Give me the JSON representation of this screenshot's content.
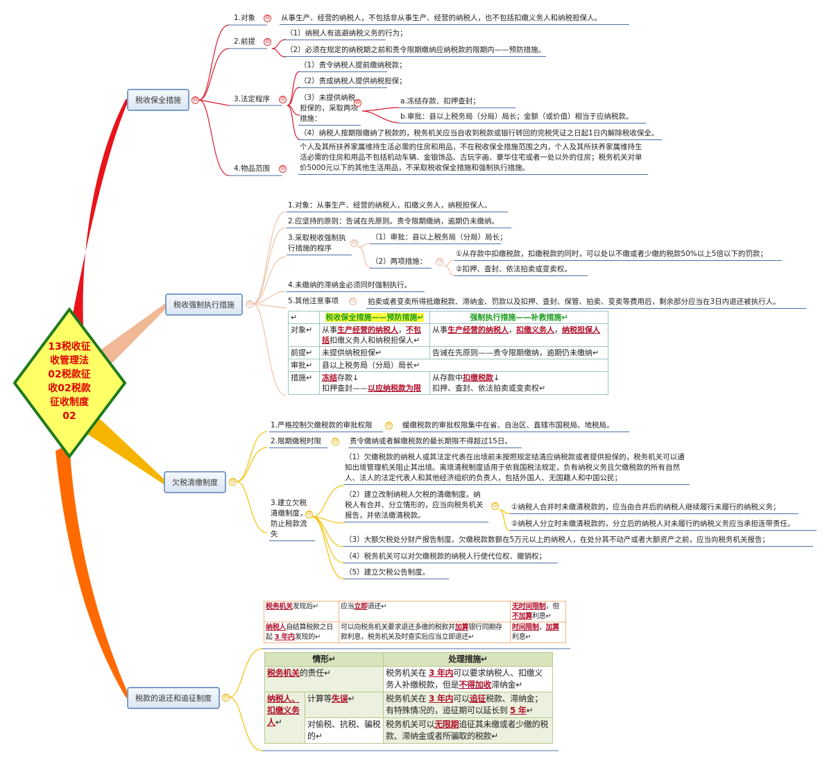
{
  "center": {
    "title": "13税收征收管理法02税款征收02税款征收制度02",
    "lines": [
      "13税收征",
      "收管理法",
      "02税款征",
      "收02税款",
      "征收制度",
      "02"
    ]
  },
  "colors": {
    "branch1": "#e8131b",
    "branch2": "#f0b895",
    "branch3": "#f5b400",
    "branch4": "#ff6a00",
    "diamond_fill": "#ffff66",
    "diamond_border": "#1e7a1e"
  },
  "b1": {
    "title": "税收保全措施",
    "s1": {
      "label": "1.对象",
      "detail": "从事生产、经营的纳税人，不包括非从事生产、经营的纳税人，也不包括扣缴义务人和纳税担保人。"
    },
    "s2": {
      "label": "2.前提",
      "i1": "（1）纳税人有逃避纳税义务的行为；",
      "i2": "（2）必须在规定的纳税期之前和责令限期缴纳应纳税款的限期内——预防措施。"
    },
    "s3": {
      "label": "3.法定程序",
      "i1": "（1）责令纳税人提前缴纳税款；",
      "i2": "（2）责成纳税人提供纳税担保；",
      "i3": "（3）未提供纳税担保的，采取两项措施：",
      "a": "a.冻结存款、扣押查封；",
      "b": "b.审批：县以上税务局（分局）局长；金额（或价值）相当于应纳税款。",
      "i4": "（4）纳税人按期限缴纳了税款的，税务机关应当自收到税款或银行转回的完税凭证之日起1日内解除税收保全。"
    },
    "s4": {
      "label": "4.物品范围",
      "detail": "个人及其所扶养家属维持生活必需的住房和用品，不在税收保全措施范围之内，个人及其所扶养家属维持生活必需的住房和用品不包括机动车辆、金银饰品、古玩字画、豪华住宅或者一处以外的住房；税务机关对单价5000元以下的其他生活用品，不采取税收保全措施和强制执行措施。"
    }
  },
  "b2": {
    "title": "税收强制执行措施",
    "s1": "1.对象：从事生产、经营的纳税人，扣缴义务人，纳税担保人。",
    "s2": "2.应坚持的原则：告诫在先原则。责令限期缴纳，逾期仍未缴纳。",
    "s3": {
      "label": "3.采取税收强制执行措施的程序",
      "i1": "（1）审批：县以上税务局（分局）局长；",
      "i2": "（2）两项措施：",
      "c1": "①从存款中扣缴税款，扣缴税款的同时，可以处以不缴或者少缴的税款50%以上5倍以下的罚款；",
      "c2": "②扣押、查封、依法拍卖或变卖权。"
    },
    "s4": "4.未缴纳的滞纳金必须同时强制执行。",
    "s5": {
      "label": "5.其他注意事项",
      "detail": "拍卖或者变卖所得抵缴税款、滞纳金、罚款以及扣押、查封、保管、拍卖、变卖等费用后，剩余部分应当在3日内退还被执行人。"
    },
    "table": {
      "headers": [
        "↵",
        "税收保全措施——预防措施↵",
        "强制执行措施——补救措施↵"
      ],
      "rows": [
        {
          "label": "对象↵",
          "a": [
            {
              "t": "从事"
            },
            {
              "t": "生产经营的纳税人",
              "em": true
            },
            {
              "t": "，"
            },
            {
              "t": "不包括",
              "em": true
            },
            {
              "t": "扣缴义务人和纳税担保人↵"
            }
          ],
          "b": [
            {
              "t": "从事"
            },
            {
              "t": "生产经营的纳税人",
              "em": true
            },
            {
              "t": "，"
            },
            {
              "t": "扣缴义务人",
              "em": true
            },
            {
              "t": "，"
            },
            {
              "t": "纳税担保人",
              "em": true
            }
          ]
        },
        {
          "label": "前提↵",
          "a": [
            {
              "t": "未提供纳税担保↵"
            }
          ],
          "b": [
            {
              "t": "告诫在先原则——责令限期缴纳，逾期仍未缴纳↵"
            }
          ]
        },
        {
          "label": "审批↵",
          "a": [
            {
              "t": "县以上税务局（分局）局长↵"
            }
          ]
        },
        {
          "label": "措施↵",
          "a": [
            {
              "t": "冻结",
              "em": true
            },
            {
              "t": "存款↓\n扣押查封——"
            },
            {
              "t": "以应纳税款为限",
              "em": true
            }
          ],
          "b": [
            {
              "t": "从存款中"
            },
            {
              "t": "扣缴税款",
              "em": true
            },
            {
              "t": "↓\n扣押、查封、依法拍卖或变卖权↵"
            }
          ]
        }
      ]
    }
  },
  "b3": {
    "title": "欠税清缴制度",
    "s1": {
      "label": "1.严格控制欠缴税款的审批权限",
      "detail": "缓缴税款的审批权限集中在省、自治区、直辖市国税局、地税局。"
    },
    "s2": {
      "label": "2.限期缴税时限",
      "detail": "责令缴纳或者解缴税款的最长期限不得超过15日。"
    },
    "s3": {
      "label": "3.建立欠税清缴制度，防止税款流失",
      "i1": "（1）欠缴税款的纳税人或其法定代表在出境前未按照规定结清应纳税款或者提供担保的，税务机关可以通知出境管理机关阻止其出境。离境清税制度适用于依我国税法规定，负有纳税义务且欠缴税款的所有自然人、法人的法定代表人和其他经济组织的负责人，包括外国人、无国籍人和中国公民；",
      "i2": "（2）建立改制纳税人欠税的清缴制度。纳税人有合并、分立情形的，应当向税务机关报告，并依法缴清税款。",
      "c1": "①纳税人合并时未缴清税款的，应当由合并后的纳税人继续履行未履行的纳税义务；",
      "c2": "②纳税人分立时未缴清税款的，分立后的纳税人对未履行的纳税义务应当承担连带责任。",
      "i3": "（3）大额欠税处分财产报告制度。欠缴税款数额在5万元以上的纳税人，在处分其不动产或者大额资产之前，应当向税务机关报告；",
      "i4": "（4）税务机关可以对欠缴税款的纳税人行使代位权、撤销权；",
      "i5": "（5）建立欠税公告制度。"
    }
  },
  "b4": {
    "title": "税款的退还和追征制度",
    "refund": [
      {
        "who": [
          {
            "t": "税务机关",
            "em": true
          },
          {
            "t": "发现后↵"
          }
        ],
        "what": [
          {
            "t": "应当"
          },
          {
            "t": "立即",
            "em": true
          },
          {
            "t": "退还↵"
          }
        ],
        "limit": [
          {
            "t": "无时间限制",
            "em": true
          },
          {
            "t": "，但"
          },
          {
            "t": "不加算",
            "em": true
          },
          {
            "t": "利息↵"
          }
        ]
      },
      {
        "who": [
          {
            "t": "纳税人",
            "em": true
          },
          {
            "t": "自结算税款之日起 "
          },
          {
            "t": "3 年内",
            "em": true
          },
          {
            "t": "发现的↵"
          }
        ],
        "what": [
          {
            "t": "可以向税务机关要求退还多缴的税款并"
          },
          {
            "t": "加算",
            "em": true
          },
          {
            "t": "银行同期存款利息，税务机关及时查实后应当立即退还↵"
          }
        ],
        "limit": [
          {
            "t": "时间限制",
            "em": true
          },
          {
            "t": "，"
          },
          {
            "t": "加算",
            "em": true
          },
          {
            "t": "利息↵"
          }
        ]
      }
    ],
    "collect": {
      "headers": [
        "情形↵",
        "处理措施↵"
      ],
      "r1": {
        "case": [
          {
            "t": "税务机关",
            "em": true
          },
          {
            "t": "的责任↵"
          }
        ],
        "measure": [
          {
            "t": "税务机关在 "
          },
          {
            "t": "3 年内",
            "em": true
          },
          {
            "t": "可以要求纳税人、扣缴义务人补缴税款，但是"
          },
          {
            "t": "不得加收",
            "em": true
          },
          {
            "t": "滞纳金↵"
          }
        ]
      },
      "party": [
        {
          "t": "纳税人、扣缴义务人",
          "em": true
        },
        {
          "t": "↵"
        }
      ],
      "r2": {
        "case": [
          {
            "t": "计算等"
          },
          {
            "t": "失误",
            "em": true
          },
          {
            "t": "↵"
          }
        ],
        "measure": [
          {
            "t": "税务机关在 "
          },
          {
            "t": "3 年内",
            "em": true
          },
          {
            "t": "可以"
          },
          {
            "t": "追征",
            "em": true
          },
          {
            "t": "税款、滞纳金；有特殊情况的，追征期可以延长到 "
          },
          {
            "t": "5 年",
            "em": true
          },
          {
            "t": "↵"
          }
        ]
      },
      "r3": {
        "case": [
          {
            "t": "对偷税、抗税、骗税的↵"
          }
        ],
        "measure": [
          {
            "t": "税务机关可以"
          },
          {
            "t": "无限期",
            "em": true
          },
          {
            "t": "追征其未缴或者少缴的税款、滞纳金或者所骗取的税款↵"
          }
        ]
      }
    }
  },
  "icons": {
    "collapse": "⊖"
  }
}
